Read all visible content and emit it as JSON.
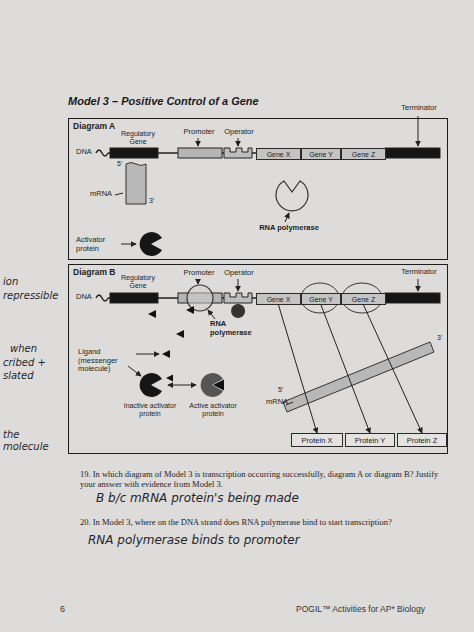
{
  "diagram": {
    "title": "Model 3 – Positive Control of a Gene",
    "nodes": [
      {
        "text": [
          "Diagram A"
        ]
      },
      {
        "text": [
          "Gene X"
        ],
        "in": 0
      },
      {
        "text": [
          "Gene Y"
        ],
        "in": 0
      },
      {
        "text": [
          "Gene Z"
        ],
        "in": 0
      },
      {
        "text": [
          "Diagram B"
        ]
      },
      {
        "text": [
          "Gene X"
        ],
        "in": 4
      },
      {
        "text": [
          "Gene Y"
        ],
        "in": 4
      },
      {
        "text": [
          "Gene Z"
        ],
        "in": 4
      },
      {
        "text": [
          "Protein X"
        ],
        "in": 4
      },
      {
        "text": [
          "Protein Y"
        ],
        "in": 4
      },
      {
        "text": [
          "Protein Z"
        ],
        "in": 4
      }
    ],
    "edges": [
      {
        "from": 5,
        "to": 8,
        "arrow": "to"
      },
      {
        "from": 6,
        "to": 9,
        "arrow": "to"
      },
      {
        "from": 7,
        "to": 10,
        "arrow": "to"
      }
    ],
    "labels": [
      "Regulatory Gene",
      "Promoter",
      "Operator",
      "Terminator",
      "DNA",
      "5'",
      "3'",
      "mRNA",
      "RNA polymerase",
      "Activator protein",
      "Regulatory Gene",
      "Promoter",
      "Operator",
      "Terminator",
      "DNA",
      "RNA polymerase",
      "Ligand (messenger molecule)",
      "3'",
      "5'",
      "mRNA",
      "Inactive activator protein",
      "Active activator protein",
      "19. In which diagram of Model 3 is transcription occurring successfully, diagram A or diagram B? Justify your answer with evidence from Model 3.",
      "B b/c mRNA protein's being made",
      "20. In Model 3, where on the DNA strand does RNA polymerase bind to start transcription?",
      "RNA polymerase binds to promoter",
      "ion",
      "repressible",
      "when",
      "cribed +",
      "slated",
      "the molecule",
      "6",
      "POGIL™ Activities for AP* Biology"
    ]
  }
}
